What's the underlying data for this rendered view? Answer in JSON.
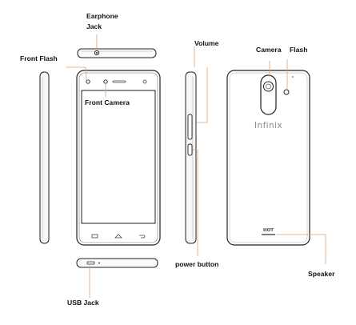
{
  "callouts": {
    "earphone_jack_line1": "Earphone",
    "earphone_jack_line2": "Jack",
    "front_flash": "Front Flash",
    "front_camera": "Front Camera",
    "volume": "Volume",
    "camera": "Camera",
    "flash": "Flash",
    "power_button": "power button",
    "speaker": "Speaker",
    "usb_jack": "USB Jack"
  },
  "phone_markings": {
    "brand": "Infinix",
    "model": "HOT"
  },
  "colors": {
    "callout_line": "#e0a070",
    "outline": "#222222",
    "label_text": "#111111",
    "brand_text": "#8a8a8a"
  },
  "icons": {
    "nav_left": "menu-icon",
    "nav_center": "home-icon",
    "nav_right": "back-icon"
  }
}
